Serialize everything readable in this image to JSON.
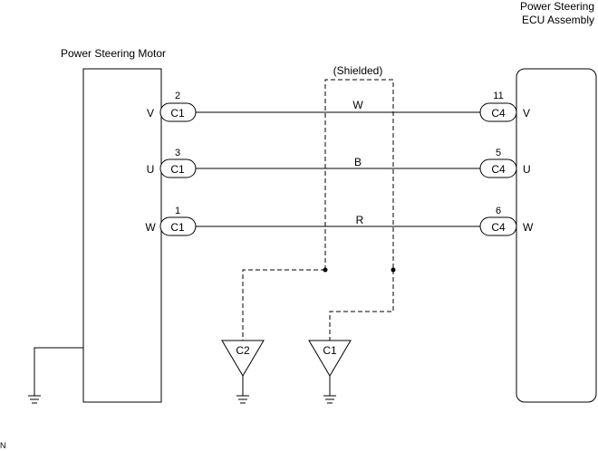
{
  "motor": {
    "title": "Power Steering Motor"
  },
  "ecu": {
    "title_line1": "Power Steering",
    "title_line2": "ECU Assembly"
  },
  "shield": {
    "label": "(Shielded)"
  },
  "wires": [
    {
      "motor_pin": "2",
      "motor_connector": "C1",
      "motor_terminal": "V",
      "color": "W",
      "ecu_pin": "11",
      "ecu_connector": "C4",
      "ecu_terminal": "V"
    },
    {
      "motor_pin": "3",
      "motor_connector": "C1",
      "motor_terminal": "U",
      "color": "B",
      "ecu_pin": "5",
      "ecu_connector": "C4",
      "ecu_terminal": "U"
    },
    {
      "motor_pin": "1",
      "motor_connector": "C1",
      "motor_terminal": "W",
      "color": "R",
      "ecu_pin": "6",
      "ecu_connector": "C4",
      "ecu_terminal": "W"
    }
  ],
  "shield_grounds": [
    {
      "connector": "C2"
    },
    {
      "connector": "C1"
    }
  ],
  "corner_mark": "N"
}
